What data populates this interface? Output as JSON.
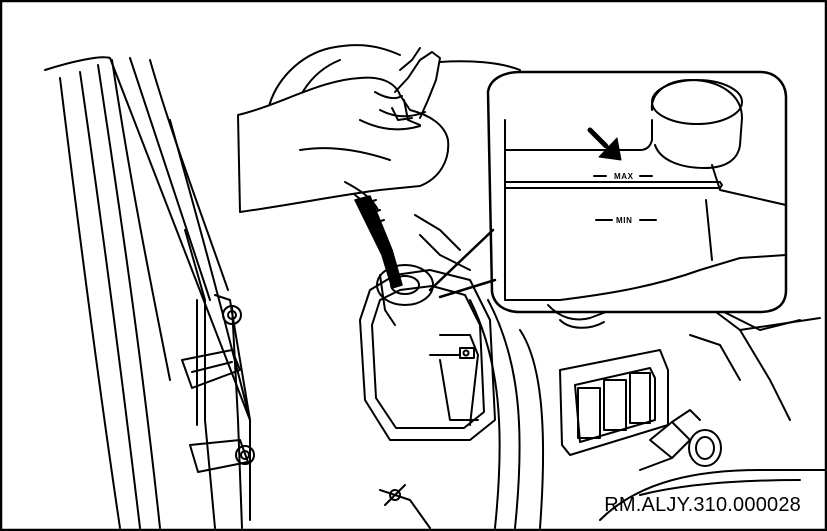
{
  "figure": {
    "document_id": "RM.ALJY.310.000028",
    "reservoir_marks": {
      "max_label": "MAX",
      "min_label": "MIN"
    }
  },
  "colors": {
    "line": "#000000",
    "background": "#ffffff"
  }
}
